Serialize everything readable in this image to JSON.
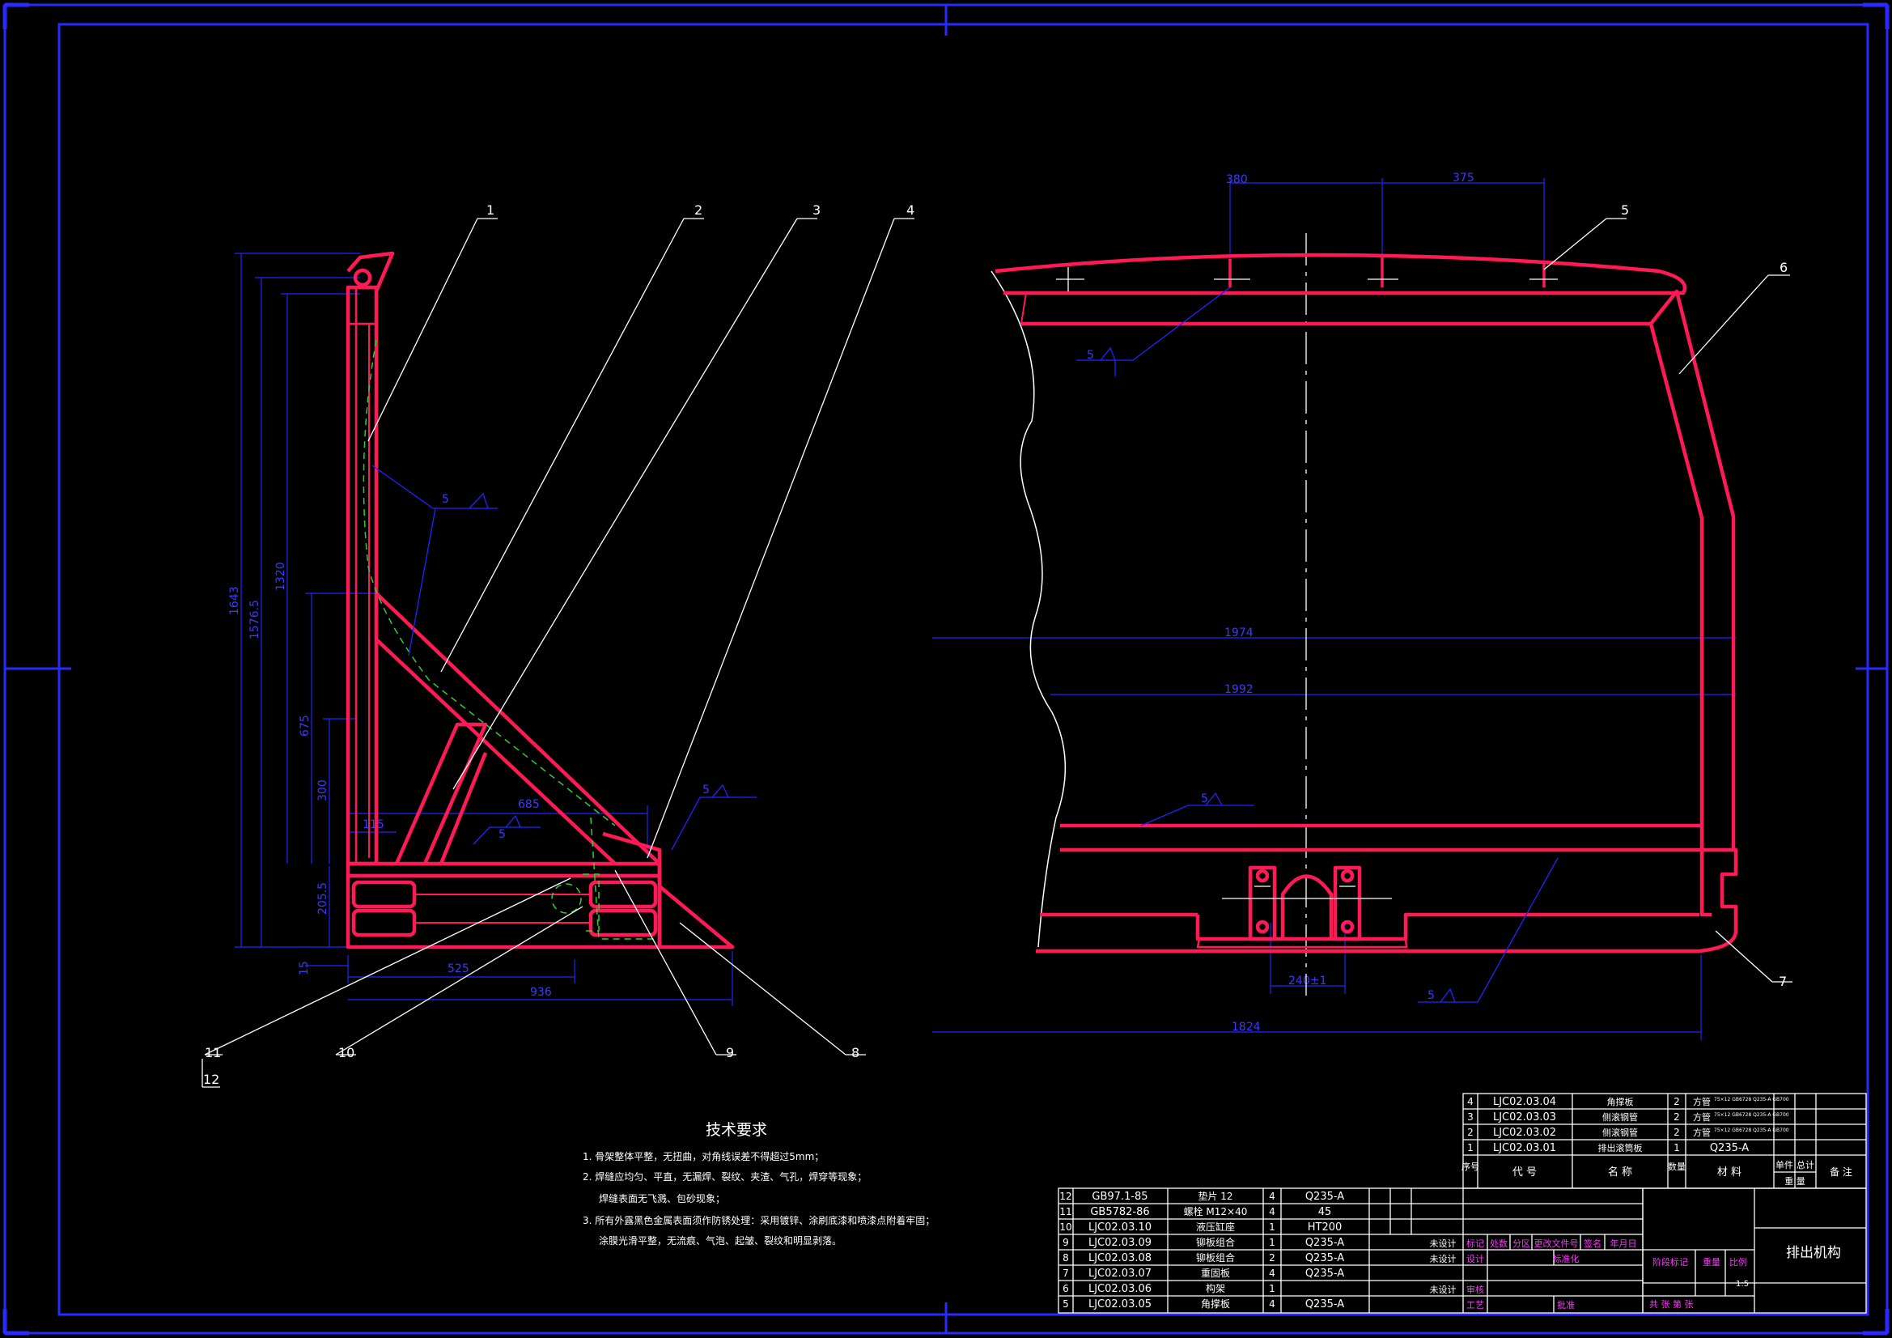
{
  "colors": {
    "background": "#000000",
    "frame": "#2a2aff",
    "dimension": "#2323ff",
    "part": "#ff1a55",
    "leader": "#ffffff",
    "hidden": "#33cc33",
    "title_block_label": "#ff33ff"
  },
  "drawing_title": "排出机构",
  "scale_value": "1:5",
  "tech": {
    "title": "技术要求",
    "items": [
      "1. 骨架整体平整，无扭曲，对角线误差不得超过5mm；",
      "2. 焊缝应均匀、平直，无漏焊、裂纹、夹渣、气孔，焊穿等现象；",
      "焊缝表面无飞溅、包砂现象；",
      "3. 所有外露黑色金属表面须作防锈处理：采用镀锌、涂刷底漆和喷漆点附着牢固；",
      "涂膜光滑平整，无流痕、气泡、起皱、裂纹和明显剥落。"
    ]
  },
  "balloons_left": [
    "1",
    "2",
    "3",
    "4",
    "8",
    "9",
    "10",
    "11",
    "12"
  ],
  "balloons_right": [
    "5",
    "6",
    "7"
  ],
  "weld_symbol": "5",
  "dims_left": [
    "1643",
    "1576.5",
    "1320",
    "675",
    "300",
    "205.5",
    "15",
    "525",
    "936",
    "685",
    "115"
  ],
  "dims_right": [
    "380",
    "375",
    "1974",
    "1992",
    "240±1",
    "1824"
  ],
  "bom_upper": [
    {
      "no": "4",
      "code": "LJC02.03.04",
      "name": "角撑板",
      "qty": "2",
      "mat1": "方管",
      "mat2": "75×12 GB6728 Q235-A GB700"
    },
    {
      "no": "3",
      "code": "LJC02.03.03",
      "name": "侧滚钢管",
      "qty": "2",
      "mat1": "方管",
      "mat2": "75×12 GB6728 Q235-A GB700"
    },
    {
      "no": "2",
      "code": "LJC02.03.02",
      "name": "侧滚钢管",
      "qty": "2",
      "mat1": "方管",
      "mat2": "75×12 GB6728 Q235-A GB700"
    },
    {
      "no": "1",
      "code": "LJC02.03.01",
      "name": "排出滚筒板",
      "qty": "1",
      "mat1": "Q235-A",
      "mat2": ""
    }
  ],
  "bom_header": {
    "no": "序号",
    "code": "代 号",
    "name": "名 称",
    "qty": "数量",
    "mat": "材 料",
    "unit_w": "单件",
    "total_w": "总计",
    "weight": "重 量",
    "remark": "备 注"
  },
  "bom_lower": [
    {
      "no": "12",
      "code": "GB97.1-85",
      "name": "垫片 12",
      "qty": "4",
      "mat": "Q235-A"
    },
    {
      "no": "11",
      "code": "GB5782-86",
      "name": "螺栓 M12×40",
      "qty": "4",
      "mat": "45"
    },
    {
      "no": "10",
      "code": "LJC02.03.10",
      "name": "液压缸座",
      "qty": "1",
      "mat": "HT200"
    },
    {
      "no": "9",
      "code": "LJC02.03.09",
      "name": "铆板组合",
      "qty": "1",
      "mat": "Q235-A"
    },
    {
      "no": "8",
      "code": "LJC02.03.08",
      "name": "铆板组合",
      "qty": "2",
      "mat": "Q235-A"
    },
    {
      "no": "7",
      "code": "LJC02.03.07",
      "name": "重固板",
      "qty": "4",
      "mat": "Q235-A"
    },
    {
      "no": "6",
      "code": "LJC02.03.06",
      "name": "构架",
      "qty": "1",
      "mat": ""
    },
    {
      "no": "5",
      "code": "LJC02.03.05",
      "name": "角撑板",
      "qty": "4",
      "mat": "Q235-A"
    }
  ],
  "title_block": {
    "design1": "未设计",
    "design2": "未设计",
    "design3": "未设计",
    "row_labels": [
      "标记",
      "处数",
      "分区",
      "更改文件号",
      "签名",
      "年月日"
    ],
    "sheji": "设计",
    "biaozhunhua": "标准化",
    "shenhe": "审核",
    "gongyi": "工艺",
    "pizhun": "批准",
    "stage": "阶段标记",
    "weight": "重量",
    "scale": "比例",
    "sheets": "共 张 第 张"
  }
}
